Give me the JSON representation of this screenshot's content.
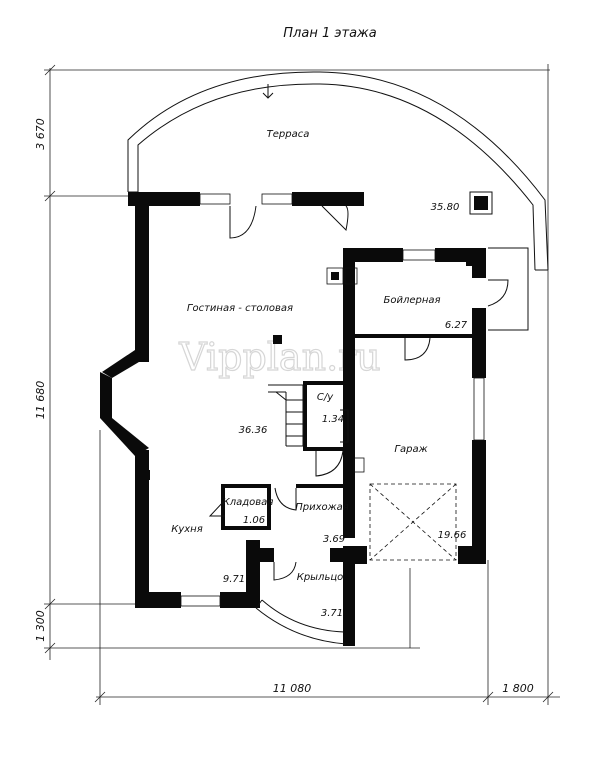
{
  "title": "План 1 этажа",
  "watermark": "Vipplan.ru",
  "rooms": {
    "terrace": {
      "name": "Терраса",
      "area": "35.80"
    },
    "living": {
      "name": "Гостиная - столовая",
      "area": "36.36"
    },
    "boiler": {
      "name": "Бойлерная",
      "area": "6.27"
    },
    "wc": {
      "name": "С/у",
      "area": "1.34"
    },
    "garage": {
      "name": "Гараж",
      "area": "19.66"
    },
    "pantry": {
      "name": "Кладовая",
      "area": "1.06"
    },
    "hall": {
      "name": "Прихожая",
      "area": "3.69"
    },
    "kitchen": {
      "name": "Кухня",
      "area": "9.71"
    },
    "porch": {
      "name": "Крыльцо",
      "area": "3.71"
    }
  },
  "dimensions": {
    "left_top": "3 670",
    "left_middle": "11 680",
    "left_bottom": "1 300",
    "bottom_main": "11 080",
    "bottom_right": "1 800"
  }
}
